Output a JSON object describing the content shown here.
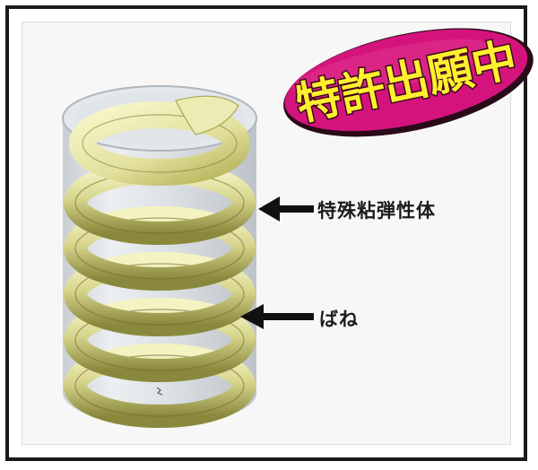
{
  "badge": {
    "text": "特許出願中",
    "fill_color": "#d4147c",
    "text_color": "#ffef2e",
    "outline_color": "#2a0a18"
  },
  "labels": {
    "elastomer": "特殊粘弾性体",
    "spring": "ばね"
  },
  "colors": {
    "spring": "#d9d98a",
    "spring_shadow": "#8c8a3e",
    "cylinder": "#d6dbe0",
    "frame": "#1a1a1a",
    "arrow": "#111111"
  }
}
